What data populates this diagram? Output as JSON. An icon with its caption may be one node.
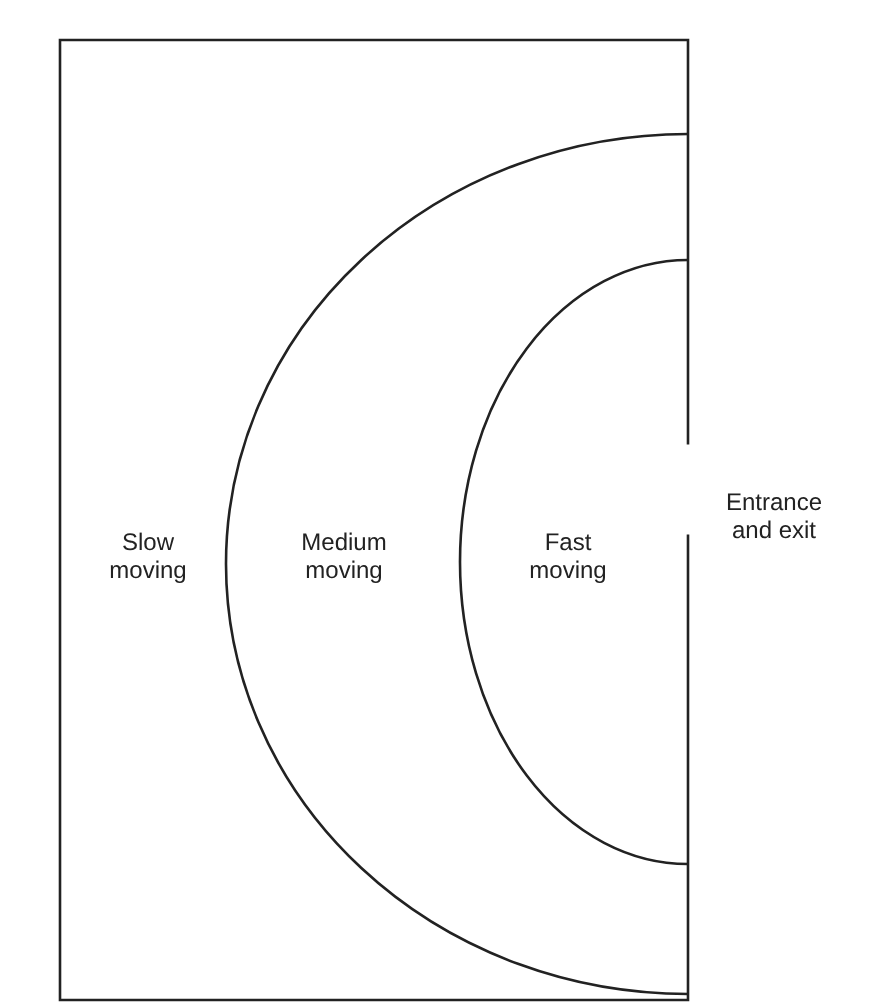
{
  "diagram": {
    "nodes": [
      {
        "text": [
          "Slow moving"
        ]
      },
      {
        "text": [
          "Medium moving"
        ],
        "in": 0
      },
      {
        "text": [
          "Fast moving"
        ],
        "in": 1
      }
    ],
    "labels": [
      "Entrance and exit"
    ]
  }
}
